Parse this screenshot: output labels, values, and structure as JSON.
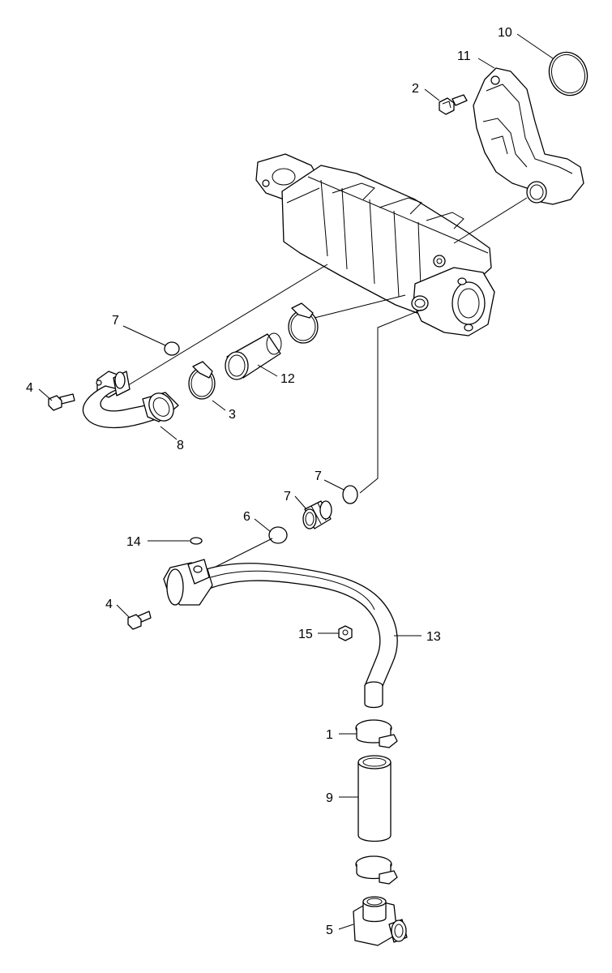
{
  "diagram": {
    "callouts": [
      {
        "id": "c1",
        "text": "1"
      },
      {
        "id": "c2",
        "text": "2"
      },
      {
        "id": "c3",
        "text": "3"
      },
      {
        "id": "c4a",
        "text": "4"
      },
      {
        "id": "c4b",
        "text": "4"
      },
      {
        "id": "c5",
        "text": "5"
      },
      {
        "id": "c6",
        "text": "6"
      },
      {
        "id": "c7a",
        "text": "7"
      },
      {
        "id": "c7b",
        "text": "7"
      },
      {
        "id": "c7c",
        "text": "7"
      },
      {
        "id": "c8",
        "text": "8"
      },
      {
        "id": "c9",
        "text": "9"
      },
      {
        "id": "c10",
        "text": "10"
      },
      {
        "id": "c11",
        "text": "11"
      },
      {
        "id": "c12",
        "text": "12"
      },
      {
        "id": "c13",
        "text": "13"
      },
      {
        "id": "c14",
        "text": "14"
      },
      {
        "id": "c15",
        "text": "15"
      }
    ]
  }
}
